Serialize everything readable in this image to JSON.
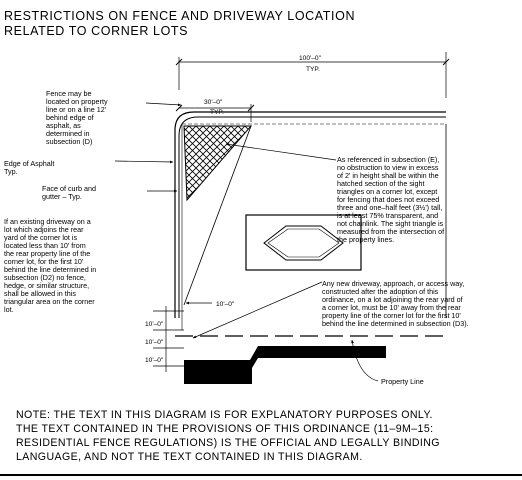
{
  "title": {
    "line1": "RESTRICTIONS ON FENCE AND DRIVEWAY LOCATION",
    "line2": "RELATED TO CORNER LOTS"
  },
  "dims": {
    "d100": "100'–0\"",
    "d100typ": "TYP.",
    "d30": "30'–0\"",
    "d30typ": "TYP.",
    "d10a": "10'–0\"",
    "d10b": "10'–0\"",
    "d10c": "10'–0\"",
    "d10d": "10'–0\""
  },
  "labels": {
    "fence": [
      "Fence may be",
      "located on property",
      "line or on a line 12'",
      "behind edge of",
      "asphalt, as",
      "determined in",
      "subsection (D)"
    ],
    "asphalt": [
      "Edge of Asphalt",
      "Typ."
    ],
    "curb": [
      "Face of curb and",
      "gutter – Typ."
    ],
    "driveway": [
      "If an existing driveway on a",
      "lot which adjoins the rear",
      "yard of the corner lot is",
      "located less than 10' from",
      "the rear property line of the",
      "corner lot, for the first 10'",
      "behind the line determined in",
      "subsection (D2) no fence,",
      "hedge, or similar structure,",
      "shall be allowed in this",
      "triangular area on the corner",
      "lot."
    ],
    "sight": [
      "As referenced in subsection (E),",
      "no obstruction to view in excess",
      "of 2' in height shall be within the",
      "hatched section of the sight",
      "triangles on a corner lot, except",
      "for fencing that does not exceed",
      "three and one–half feet (3½') tall,",
      "is at least 75% transparent, and",
      "not chainlink. The sight triangle is",
      "measured from the intersection of",
      "the property lines."
    ],
    "newdrive": [
      "Any new driveway, approach, or access way,",
      "constructed after the adoption of this",
      "ordinance, on a lot adjoining the rear yard of",
      "a corner lot, must be 10' away from the rear",
      "property line of the corner lot for the first 10'",
      "behind the line determined in subsection (D3)."
    ],
    "property": "Property Line"
  },
  "note": [
    "NOTE: THE TEXT IN THIS DIAGRAM IS FOR EXPLANATORY PURPOSES ONLY.",
    "THE TEXT CONTAINED IN THE PROVISIONS OF THIS ORDINANCE (11–9M–15:",
    "RESIDENTIAL FENCE REGULATIONS) IS THE OFFICIAL AND LEGALLY BINDING",
    "LANGUAGE, AND NOT THE TEXT CONTAINED IN THIS DIAGRAM."
  ]
}
